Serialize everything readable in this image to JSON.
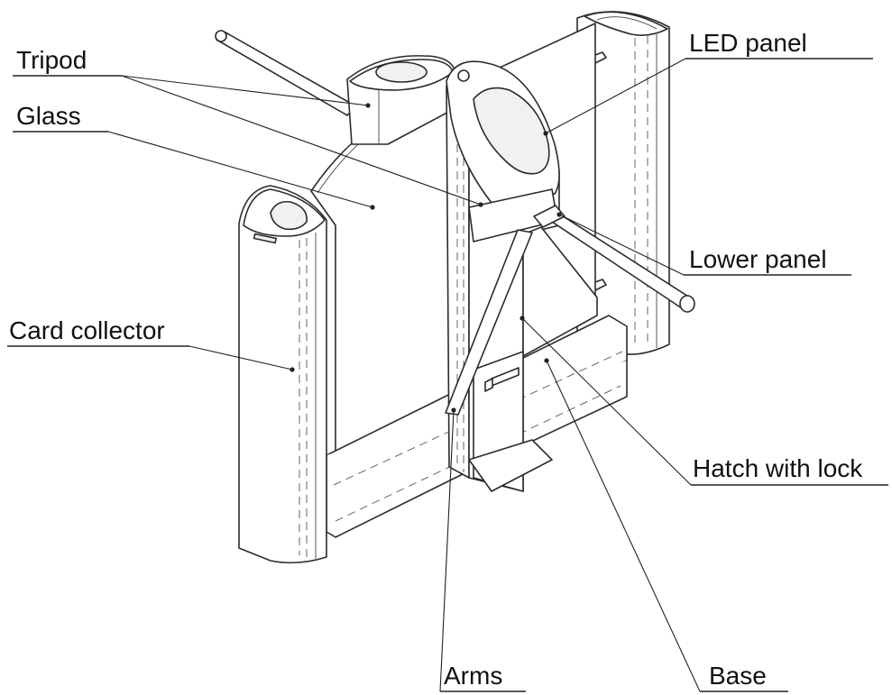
{
  "labels": {
    "tripod": "Tripod",
    "glass": "Glass",
    "card_collector": "Card collector",
    "led_panel": "LED panel",
    "lower_panel": "Lower panel",
    "hatch_with_lock": "Hatch with lock",
    "arms": "Arms",
    "base": "Base"
  }
}
